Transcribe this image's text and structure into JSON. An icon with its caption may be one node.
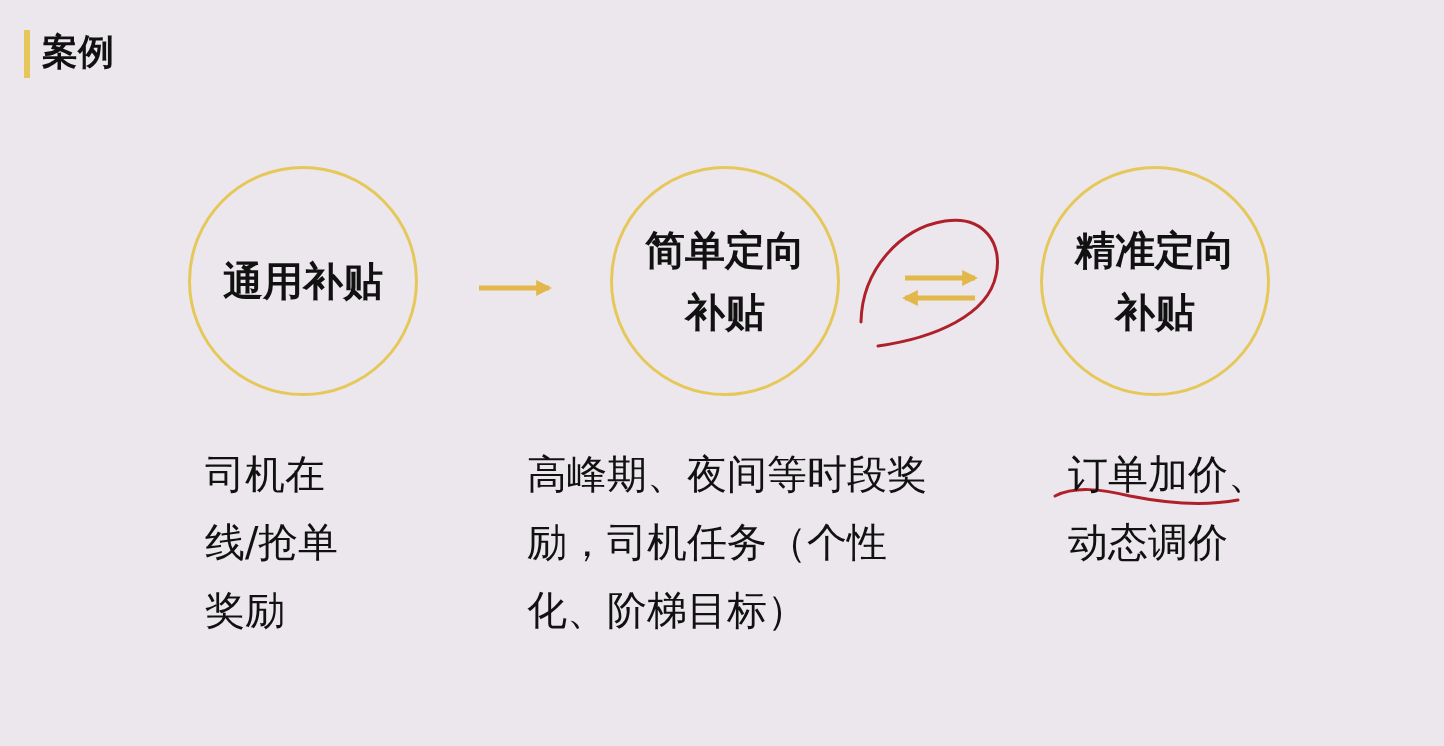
{
  "diagram": {
    "title": "案例",
    "nodes": [
      {
        "text": [
          "通用补贴"
        ],
        "beside": [
          "司机在线/抢单奖励"
        ]
      },
      {
        "text": [
          "简单定向补贴"
        ],
        "beside": [
          "高峰期、夜间等时段奖励，司机任务（个性化、阶梯目标）"
        ]
      },
      {
        "text": [
          "精准定向补贴"
        ],
        "beside": [
          "订单加价、动态调价"
        ]
      }
    ],
    "edges": [
      {
        "from": 0,
        "to": 1,
        "arrow": "to"
      },
      {
        "from": 1,
        "to": 2,
        "arrow": "to"
      },
      {
        "from": 2,
        "to": 1,
        "arrow": "to"
      }
    ]
  }
}
